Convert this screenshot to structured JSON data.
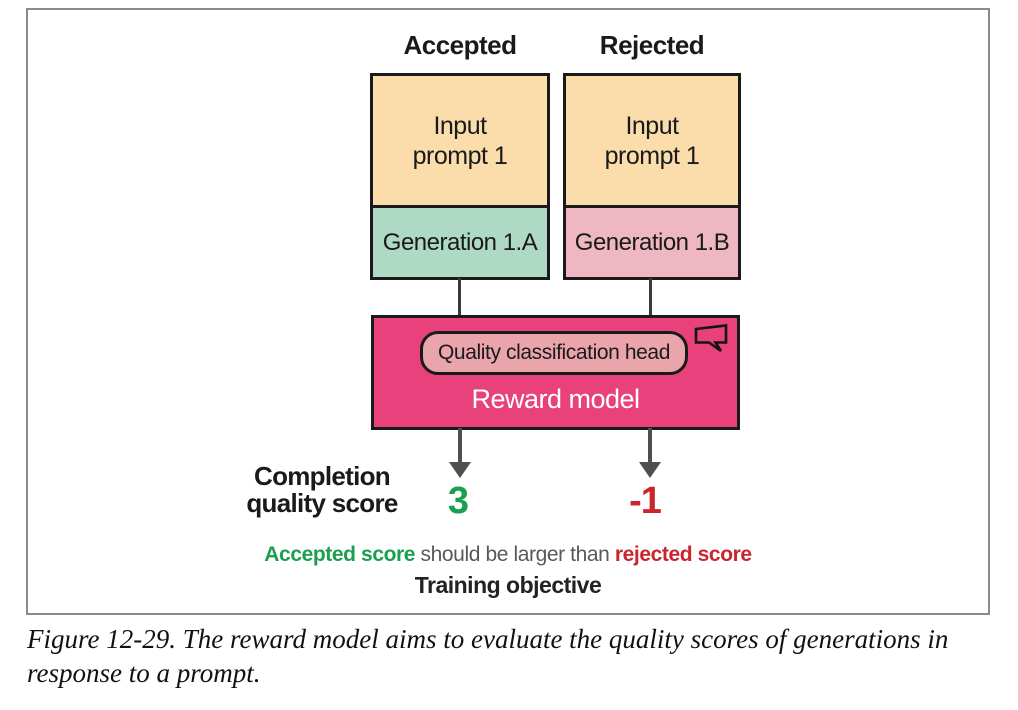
{
  "figure": {
    "columns": [
      {
        "header": "Accepted",
        "prompt_line1": "Input",
        "prompt_line2": "prompt 1",
        "generation": "Generation 1.A",
        "score": "3"
      },
      {
        "header": "Rejected",
        "prompt_line1": "Input",
        "prompt_line2": "prompt 1",
        "generation": "Generation 1.B",
        "score": "-1"
      }
    ],
    "reward_model": {
      "head_label": "Quality classification head",
      "label": "Reward model",
      "icon": "comment-bubble-icon"
    },
    "score_label_line1": "Completion",
    "score_label_line2": "quality score",
    "objective": {
      "accepted_part": "Accepted score",
      "middle_part": " should be larger than ",
      "rejected_part": "rejected score",
      "title": "Training objective"
    },
    "caption_line1": "Figure 12-29. The reward model aims to evaluate the quality scores of generations in",
    "caption_line2": "response to a prompt.",
    "colors": {
      "prompt_fill": "#fbdcab",
      "accepted_fill": "#aedac5",
      "rejected_fill": "#eeb7c2",
      "reward_fill": "#e8417b",
      "head_fill": "#e9a5ab",
      "accepted_text": "#1a9e50",
      "rejected_text": "#c9252d",
      "neutral_text": "#58595b",
      "arrow": "#4f4f4f"
    }
  }
}
